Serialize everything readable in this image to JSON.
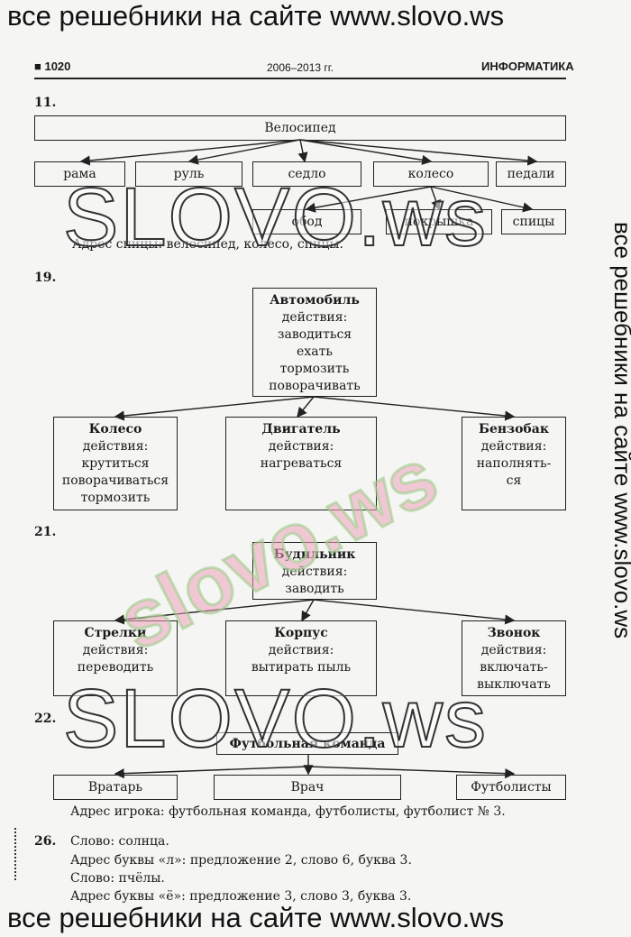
{
  "banner": {
    "top": "все решебники на сайте www.slovo.ws",
    "bottom": "все решебники на сайте www.slovo.ws",
    "side": "все решебники на сайте www.slovo.ws"
  },
  "header": {
    "page": "1020",
    "years": "2006–2013 гг.",
    "subject": "ИНФОРМАТИКА"
  },
  "watermarks": {
    "outline": "SLOVO.ws",
    "color": "slovo.ws"
  },
  "task11": {
    "number": "11.",
    "root": "Велосипед",
    "level1": [
      "рама",
      "руль",
      "седло",
      "колесо",
      "педали"
    ],
    "level2": [
      "обод",
      "покрышка",
      "спицы"
    ],
    "address": "Адрес спицы: велосипед, колесо, спицы."
  },
  "task19": {
    "number": "19.",
    "root": {
      "title": "Автомобиль",
      "lines": [
        "действия:",
        "заводиться",
        "ехать",
        "тормозить",
        "поворачивать"
      ]
    },
    "children": [
      {
        "title": "Колесо",
        "lines": [
          "действия:",
          "крутиться",
          "поворачиваться",
          "тормозить"
        ]
      },
      {
        "title": "Двигатель",
        "lines": [
          "действия:",
          "нагреваться"
        ]
      },
      {
        "title": "Бензобак",
        "lines": [
          "действия:",
          "наполнять-",
          "ся"
        ]
      }
    ]
  },
  "task21": {
    "number": "21.",
    "root": {
      "title": "Будильник",
      "lines": [
        "действия:",
        "заводить"
      ]
    },
    "children": [
      {
        "title": "Стрелки",
        "lines": [
          "действия:",
          "переводить"
        ]
      },
      {
        "title": "Корпус",
        "lines": [
          "действия:",
          "вытирать пыль"
        ]
      },
      {
        "title": "Звонок",
        "lines": [
          "действия:",
          "включать-",
          "выключать"
        ]
      }
    ]
  },
  "task22": {
    "number": "22.",
    "root": "Футбольная команда",
    "children": [
      "Вратарь",
      "Врач",
      "Футболисты"
    ],
    "address": "Адрес игрока: футбольная команда, футболисты, футболист № 3."
  },
  "task26": {
    "number": "26.",
    "lines": [
      "Слово: солнца.",
      "Адрес буквы «л»: предложение 2, слово 6, буква 3.",
      "Слово: пчёлы.",
      "Адрес буквы «ё»: предложение 3, слово 3, буква 3."
    ]
  }
}
